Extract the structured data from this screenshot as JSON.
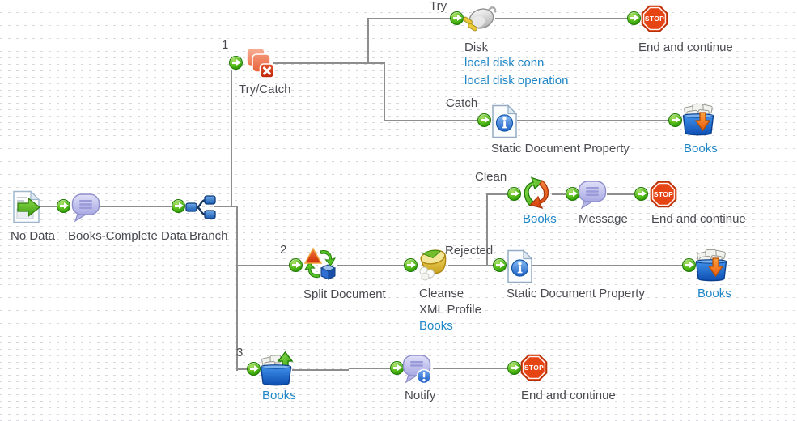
{
  "palette": {
    "link_blue": "#1e87c7",
    "label_gray": "#4a4b50",
    "line_gray": "#8d8d8d",
    "connector_green": "#2f9b07",
    "stop_red": "#e74413"
  },
  "stop_label": "STOP",
  "branch_numbers": {
    "b1": "1",
    "b2": "2",
    "b3": "3"
  },
  "path_labels": {
    "try": "Try",
    "catch": "Catch",
    "clean": "Clean",
    "rejected": "Rejected"
  },
  "shapes": {
    "no_data": {
      "label": "No Data"
    },
    "books_complete_data": {
      "label": "Books-Complete Data"
    },
    "branch": {
      "label": "Branch"
    },
    "try_catch": {
      "label": "Try/Catch"
    },
    "disk": {
      "label": "Disk",
      "links": [
        "local disk conn",
        "local disk operation"
      ]
    },
    "end_try": {
      "label": "End and continue"
    },
    "static_doc_prop_catch": {
      "label": "Static Document Property"
    },
    "books_catch": {
      "label": "Books"
    },
    "split_document": {
      "label": "Split Document"
    },
    "cleanse": {
      "label": "Cleanse",
      "sub": "XML Profile",
      "link": "Books"
    },
    "static_doc_prop_rejected": {
      "label": "Static Document Property"
    },
    "books_rejected": {
      "label": "Books"
    },
    "map_books": {
      "label": "Books"
    },
    "message": {
      "label": "Message"
    },
    "end_clean": {
      "label": "End and continue"
    },
    "books_get": {
      "label": "Books"
    },
    "notify": {
      "label": "Notify"
    },
    "end_notify": {
      "label": "End and continue"
    }
  }
}
